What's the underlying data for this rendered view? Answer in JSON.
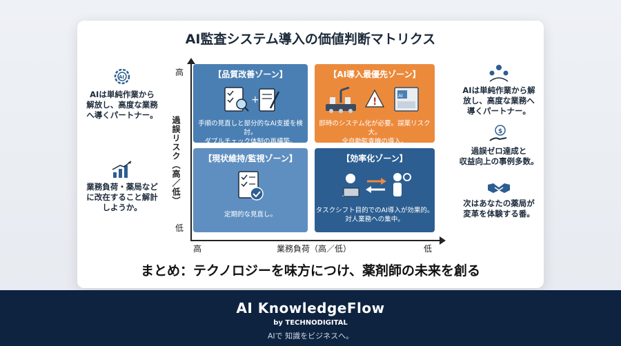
{
  "title": "AI監査システム導入の価値判断マトリクス",
  "axes": {
    "y_label": "過誤リスク（高／低）",
    "y_high": "高",
    "y_low": "低",
    "x_label": "業務負荷（高／低）",
    "x_high": "高",
    "x_low": "低"
  },
  "quadrants": [
    {
      "title": "【品質改善ゾーン】",
      "desc": [
        "手順の見直しと部分的なAI支援を検討。",
        "ダブルチェック体制の再構築。"
      ],
      "icon": "checklist-magnifier-icon",
      "color": "#4a7fb3"
    },
    {
      "title": "【AI導入最優先ゾーン】",
      "desc": [
        "即時のシステム化が必要。誤薬リスク大。",
        "全自動監査機の導入。"
      ],
      "icon": "robot-arm-warning-icon",
      "color": "#ec8a3c"
    },
    {
      "title": "【現状維持/監視ゾーン】",
      "desc": [
        "定期的な見直し。"
      ],
      "icon": "checklist-check-icon",
      "color": "#5f8fc0"
    },
    {
      "title": "【効率化ゾーン】",
      "desc": [
        "タスクシフト目的でのAI導入が効果的。",
        "対人業務への集中。"
      ],
      "icon": "person-laptop-exchange-icon",
      "color": "#2c5e91"
    }
  ],
  "left_side": [
    {
      "icon": "ai-gear-icon",
      "text": [
        "AIは単純作業から",
        "解放し、高度な業務",
        "へ導くパートナー。"
      ]
    },
    {
      "icon": "growth-chart-icon",
      "text": [
        "業務負荷・薬局など",
        "に改在すること解計",
        "しようか。"
      ]
    }
  ],
  "right_side": [
    {
      "icon": "people-network-icon",
      "text": [
        "AIは単純作業から解",
        "放し、高度な業務へ",
        "導くパートナー。"
      ]
    },
    {
      "icon": "hand-coin-icon",
      "text": [
        "過誤ゼロ達成と",
        "収益向上の事例多数。"
      ]
    },
    {
      "icon": "handshake-icon",
      "text": [
        "次はあなたの薬局が",
        "変革を体験する番。"
      ]
    }
  ],
  "summary": "まとめ：テクノロジーを味方につけ、薬剤師の未来を創る",
  "footer": {
    "brand": "AI KnowledgeFlow",
    "by": "by TECHNODIGITAL",
    "tagline": "AIで 知識をビジネスへ。"
  },
  "colors": {
    "navy": "#0e2340",
    "orange": "#ec8a3c",
    "blue": "#4a7fb3",
    "dark_blue": "#2c5e91"
  }
}
